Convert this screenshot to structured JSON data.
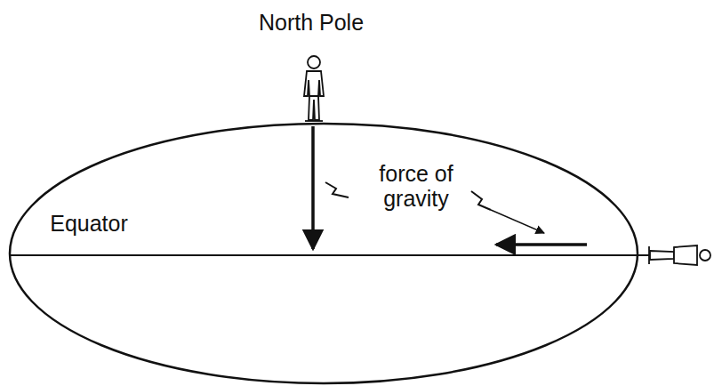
{
  "diagram": {
    "labels": [
      "North Pole",
      "Equator",
      "force of gravity"
    ]
  }
}
